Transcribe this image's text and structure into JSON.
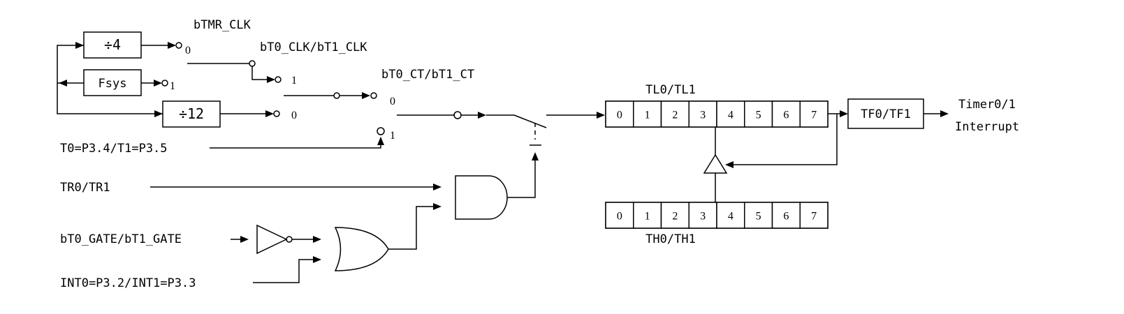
{
  "labels": {
    "btmr_clk": "bTMR_CLK",
    "bt0_clk": "bT0_CLK/bT1_CLK",
    "bt0_ct": "bT0_CT/bT1_CT",
    "tl": "TL0/TL1",
    "th": "TH0/TH1",
    "t0_pin": "T0=P3.4/T1=P3.5",
    "tr": "TR0/TR1",
    "gate": "bT0_GATE/bT1_GATE",
    "int": "INT0=P3.2/INT1=P3.3",
    "div4": "÷4",
    "fsys": "Fsys",
    "div12": "÷12",
    "tf": "TF0/TF1",
    "timer": "Timer0/1",
    "interrupt": "Interrupt"
  },
  "switch_positions": {
    "btmr_0": "0",
    "btmr_1": "1",
    "btmr_0b": "0",
    "bt0clk_1": "1",
    "ct_0": "0",
    "ct_1": "1"
  },
  "tl_bits": [
    "0",
    "1",
    "2",
    "3",
    "4",
    "5",
    "6",
    "7"
  ],
  "th_bits": [
    "0",
    "1",
    "2",
    "3",
    "4",
    "5",
    "6",
    "7"
  ]
}
